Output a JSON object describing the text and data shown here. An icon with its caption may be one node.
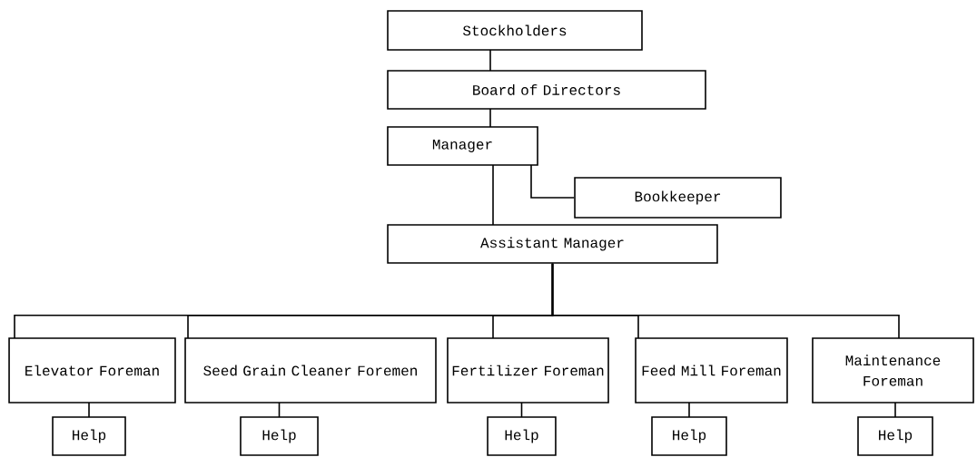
{
  "diagram": {
    "nodes": [
      {
        "text": [
          "Stockholders"
        ]
      },
      {
        "text": [
          "Board of Directors"
        ]
      },
      {
        "text": [
          "Manager"
        ]
      },
      {
        "text": [
          "Bookkeeper"
        ]
      },
      {
        "text": [
          "Assistant Manager"
        ]
      },
      {
        "text": [
          "Elevator Foreman"
        ]
      },
      {
        "text": [
          "Seed Grain Cleaner Foremen"
        ]
      },
      {
        "text": [
          "Fertilizer Foreman"
        ]
      },
      {
        "text": [
          "Feed Mill Foreman"
        ]
      },
      {
        "text": [
          "Maintenance Foreman"
        ]
      },
      {
        "text": [
          "Help"
        ]
      },
      {
        "text": [
          "Help"
        ]
      },
      {
        "text": [
          "Help"
        ]
      },
      {
        "text": [
          "Help"
        ]
      },
      {
        "text": [
          "Help"
        ]
      }
    ],
    "edges": [
      {
        "from": 0,
        "to": 1,
        "arrow": "none"
      },
      {
        "from": 1,
        "to": 2,
        "arrow": "none"
      },
      {
        "from": 2,
        "to": 3,
        "arrow": "none"
      },
      {
        "from": 2,
        "to": 4,
        "arrow": "none"
      },
      {
        "from": 4,
        "to": 5,
        "arrow": "none"
      },
      {
        "from": 4,
        "to": 6,
        "arrow": "none"
      },
      {
        "from": 4,
        "to": 7,
        "arrow": "none"
      },
      {
        "from": 4,
        "to": 8,
        "arrow": "none"
      },
      {
        "from": 4,
        "to": 9,
        "arrow": "none"
      },
      {
        "from": 5,
        "to": 10,
        "arrow": "none"
      },
      {
        "from": 6,
        "to": 11,
        "arrow": "none"
      },
      {
        "from": 7,
        "to": 12,
        "arrow": "none"
      },
      {
        "from": 8,
        "to": 13,
        "arrow": "none"
      },
      {
        "from": 9,
        "to": 14,
        "arrow": "none"
      }
    ]
  }
}
